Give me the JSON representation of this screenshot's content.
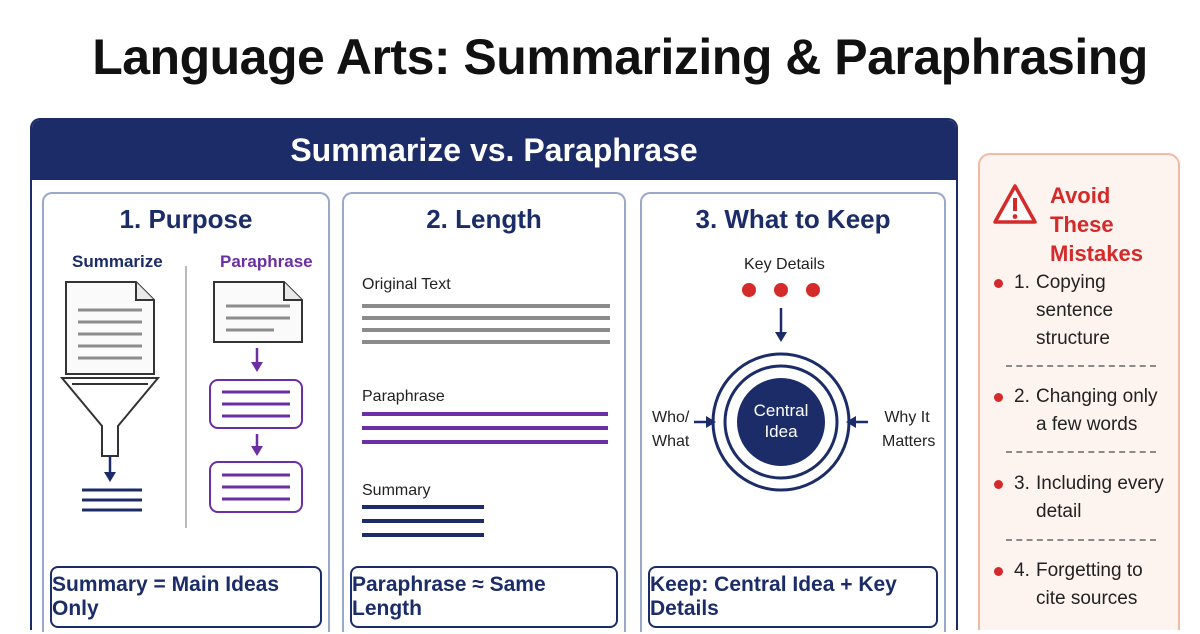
{
  "title": "Language Arts: Summarizing & Paraphrasing",
  "main": {
    "header": "Summarize vs. Paraphrase",
    "columns": [
      {
        "title": "1. Purpose",
        "left_label": "Summarize",
        "right_label": "Paraphrase",
        "footer": "Summary = Main Ideas Only"
      },
      {
        "title": "2. Length",
        "original_label": "Original Text",
        "paraphrase_label": "Paraphrase",
        "summary_label": "Summary",
        "footer": "Paraphrase ≈ Same Length"
      },
      {
        "title": "3. What to Keep",
        "top_label": "Key Details",
        "left_label_line1": "Who/",
        "left_label_line2": "What",
        "right_label_line1": "Why It",
        "right_label_line2": "Matters",
        "center_line1": "Central",
        "center_line2": "Idea",
        "footer": "Keep: Central Idea + Key Details"
      }
    ]
  },
  "mistakes": {
    "title_line1": "Avoid These",
    "title_line2": "Mistakes",
    "items": [
      {
        "num": "1.",
        "text": "Copying sentence structure"
      },
      {
        "num": "2.",
        "text": "Changing only a few words"
      },
      {
        "num": "3.",
        "text": "Including every detail"
      },
      {
        "num": "4.",
        "text": "Forgetting to cite sources"
      }
    ]
  },
  "colors": {
    "navy": "#1b2c68",
    "purple": "#6b2fa3",
    "red": "#d42a2a",
    "gray": "#8c8c8c"
  },
  "icons": [
    "document-icon",
    "funnel-icon",
    "arrow-down-icon",
    "warning-icon",
    "target-icon"
  ]
}
